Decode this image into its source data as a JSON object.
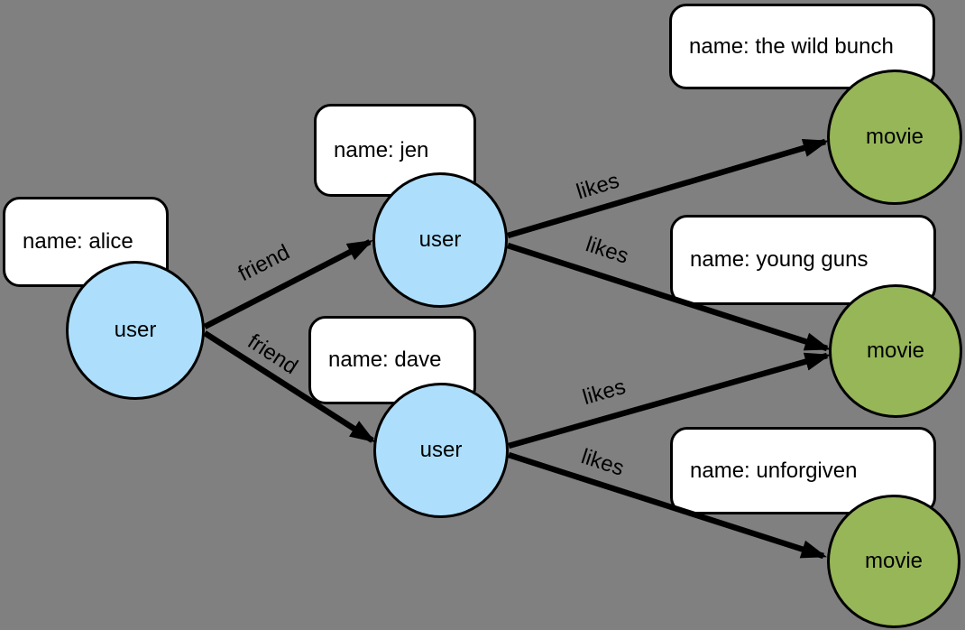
{
  "diagram": {
    "background_color": "#808080",
    "node_types": {
      "user": {
        "label": "user",
        "fill_color": "#ADDFFC"
      },
      "movie": {
        "label": "movie",
        "fill_color": "#96B658"
      }
    },
    "nodes": [
      {
        "id": "alice",
        "type": "user",
        "label": "user",
        "property": "name: alice"
      },
      {
        "id": "jen",
        "type": "user",
        "label": "user",
        "property": "name: jen"
      },
      {
        "id": "dave",
        "type": "user",
        "label": "user",
        "property": "name: dave"
      },
      {
        "id": "wild-bunch",
        "type": "movie",
        "label": "movie",
        "property": "name: the wild bunch"
      },
      {
        "id": "young-guns",
        "type": "movie",
        "label": "movie",
        "property": "name: young guns"
      },
      {
        "id": "unforgiven",
        "type": "movie",
        "label": "movie",
        "property": "name: unforgiven"
      }
    ],
    "edges": [
      {
        "from": "alice",
        "to": "jen",
        "label": "friend"
      },
      {
        "from": "alice",
        "to": "dave",
        "label": "friend"
      },
      {
        "from": "jen",
        "to": "wild-bunch",
        "label": "likes"
      },
      {
        "from": "jen",
        "to": "young-guns",
        "label": "likes"
      },
      {
        "from": "dave",
        "to": "young-guns",
        "label": "likes"
      },
      {
        "from": "dave",
        "to": "unforgiven",
        "label": "likes"
      }
    ]
  }
}
